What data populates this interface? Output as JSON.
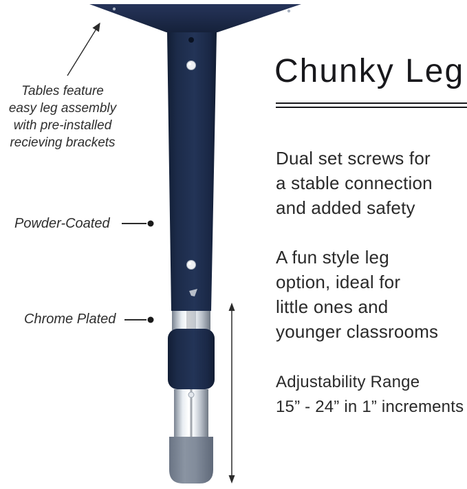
{
  "colors": {
    "ink": "#18181c",
    "body_text": "#2a2a2a",
    "line": "#2b2b2b",
    "navy": "#1c2a45",
    "chrome_light": "#ffffff",
    "chrome_dark": "#7e8896",
    "foot_gray": "#7e8898"
  },
  "title": "Chunky Leg",
  "callouts": {
    "assembly_note": "Tables feature\neasy leg assembly\nwith pre-installed\nrecieving brackets",
    "powder_coated": "Powder-Coated",
    "chrome_plated": "Chrome Plated"
  },
  "features": {
    "set_screws": "Dual set screws for\na stable connection\nand added safety",
    "style": "A fun style leg\noption, ideal for\nlittle ones and\nyounger classrooms",
    "adjustability": "Adjustability Range\n15” - 24” in 1” increments"
  },
  "diagram_parts": [
    "mounting-plate",
    "leg-column",
    "set-screw-upper",
    "set-screw-lower",
    "chrome-ring",
    "adjustable-collar",
    "chrome-tube",
    "foot-cap",
    "adjustability-range-arrow"
  ]
}
